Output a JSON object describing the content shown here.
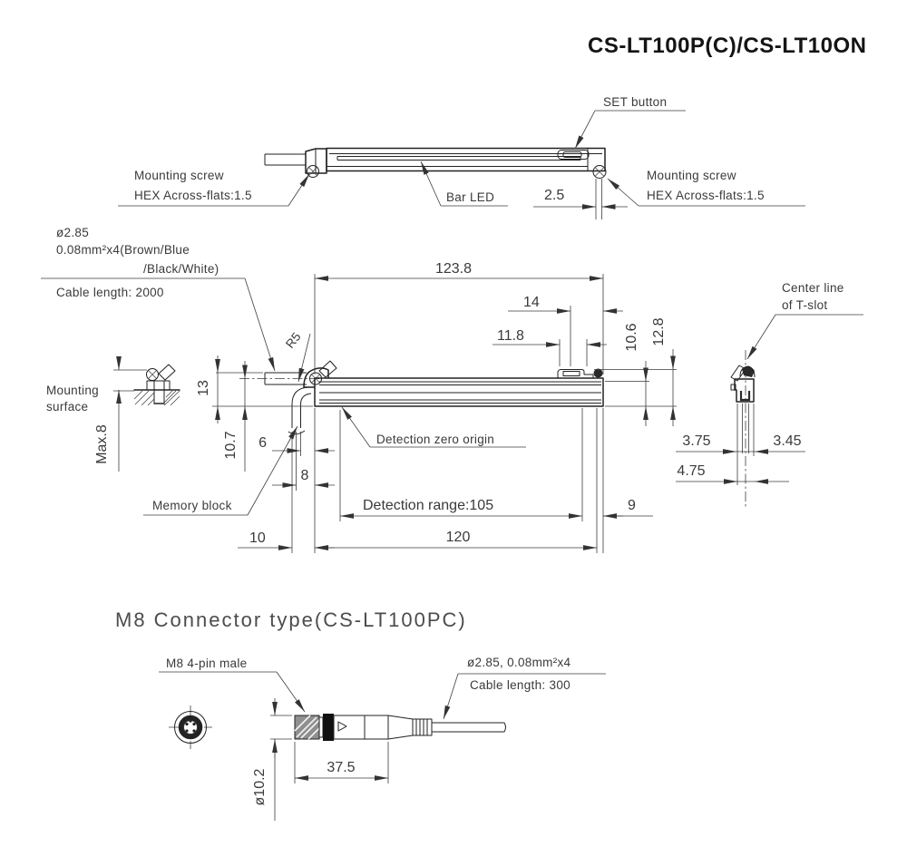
{
  "title": "CS-LT100P(C)/CS-LT10ON",
  "top_view": {
    "set_button": "SET button",
    "mounting_screw_left_1": "Mounting screw",
    "mounting_screw_left_2": "HEX Across-flats:1.5",
    "bar_led": "Bar LED",
    "dim_screw_offset": "2.5",
    "mounting_screw_right_1": "Mounting screw",
    "mounting_screw_right_2": "HEX Across-flats:1.5"
  },
  "cable_note": {
    "diameter": "ø2.85",
    "wires_1": "0.08mm²x4(Brown/Blue",
    "wires_2": "/Black/White)",
    "length": "Cable length: 2000"
  },
  "side_view": {
    "dim_overall": "123.8",
    "dim_14": "14",
    "dim_11_8": "11.8",
    "dim_10_6": "10.6",
    "dim_12_8": "12.8",
    "dim_13": "13",
    "dim_10_7": "10.7",
    "dim_6": "6",
    "dim_8": "8",
    "dim_10": "10",
    "dim_120": "120",
    "dim_9": "9",
    "detection_range": "Detection range:105",
    "radius": "R5",
    "memory_block": "Memory block",
    "detection_zero": "Detection zero origin"
  },
  "mounting_detail": {
    "label_1": "Mounting",
    "label_2": "surface",
    "dim_max": "Max.8"
  },
  "end_view": {
    "center_line_1": "Center line",
    "center_line_2": "of T-slot",
    "dim_left": "3.75",
    "dim_right": "3.45",
    "dim_bottom": "4.75"
  },
  "connector_section": {
    "title": "M8 Connector type(CS-LT100PC)",
    "connector_label": "M8 4-pin male",
    "cable_spec": "ø2.85, 0.08mm²x4",
    "cable_length": "Cable length: 300",
    "dim_length": "37.5",
    "dim_diameter": "ø10.2"
  }
}
